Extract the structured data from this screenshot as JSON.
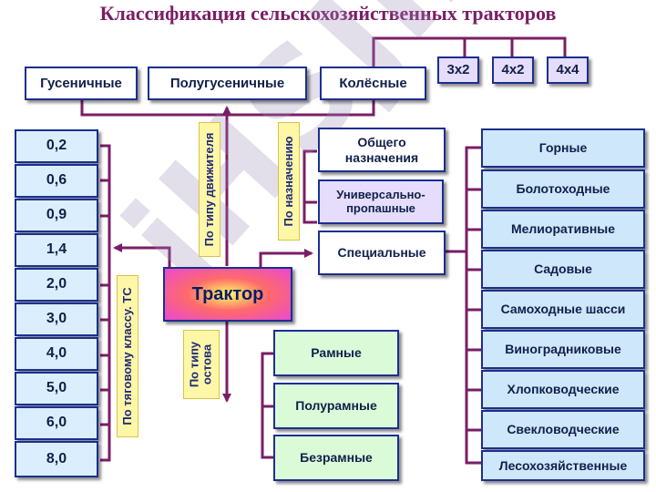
{
  "title": "Классификация сельскохозяйственных тракторов",
  "center": "Трактор",
  "mover_types": [
    "Гусеничные",
    "Полугусеничные",
    "Колёсные"
  ],
  "wheel_formulas": [
    "3х2",
    "4х2",
    "4х4"
  ],
  "traction_classes": [
    "0,2",
    "0,6",
    "0,9",
    "1,4",
    "2,0",
    "3,0",
    "4,0",
    "5,0",
    "6,0",
    "8,0"
  ],
  "purpose": [
    "Общего назначения",
    "Универсально-пропашные",
    "Специальные"
  ],
  "special_types": [
    "Горные",
    "Болотоходные",
    "Мелиоративные",
    "Садовые",
    "Самоходные шасси",
    "Виноградниковые",
    "Хлопководческие",
    "Свекловодческие",
    "Лесохозяйственные"
  ],
  "frame_types": [
    "Рамные",
    "Полурамные",
    "Безрамные"
  ],
  "labels": {
    "by_mover": "По типу движителя",
    "by_purpose": "По назначению",
    "by_class": "По тяговому классу. ТС",
    "by_frame_1": "По типу",
    "by_frame_2": "остова"
  },
  "colors": {
    "line": "#7a1e66",
    "border": "#1b2f8f"
  }
}
